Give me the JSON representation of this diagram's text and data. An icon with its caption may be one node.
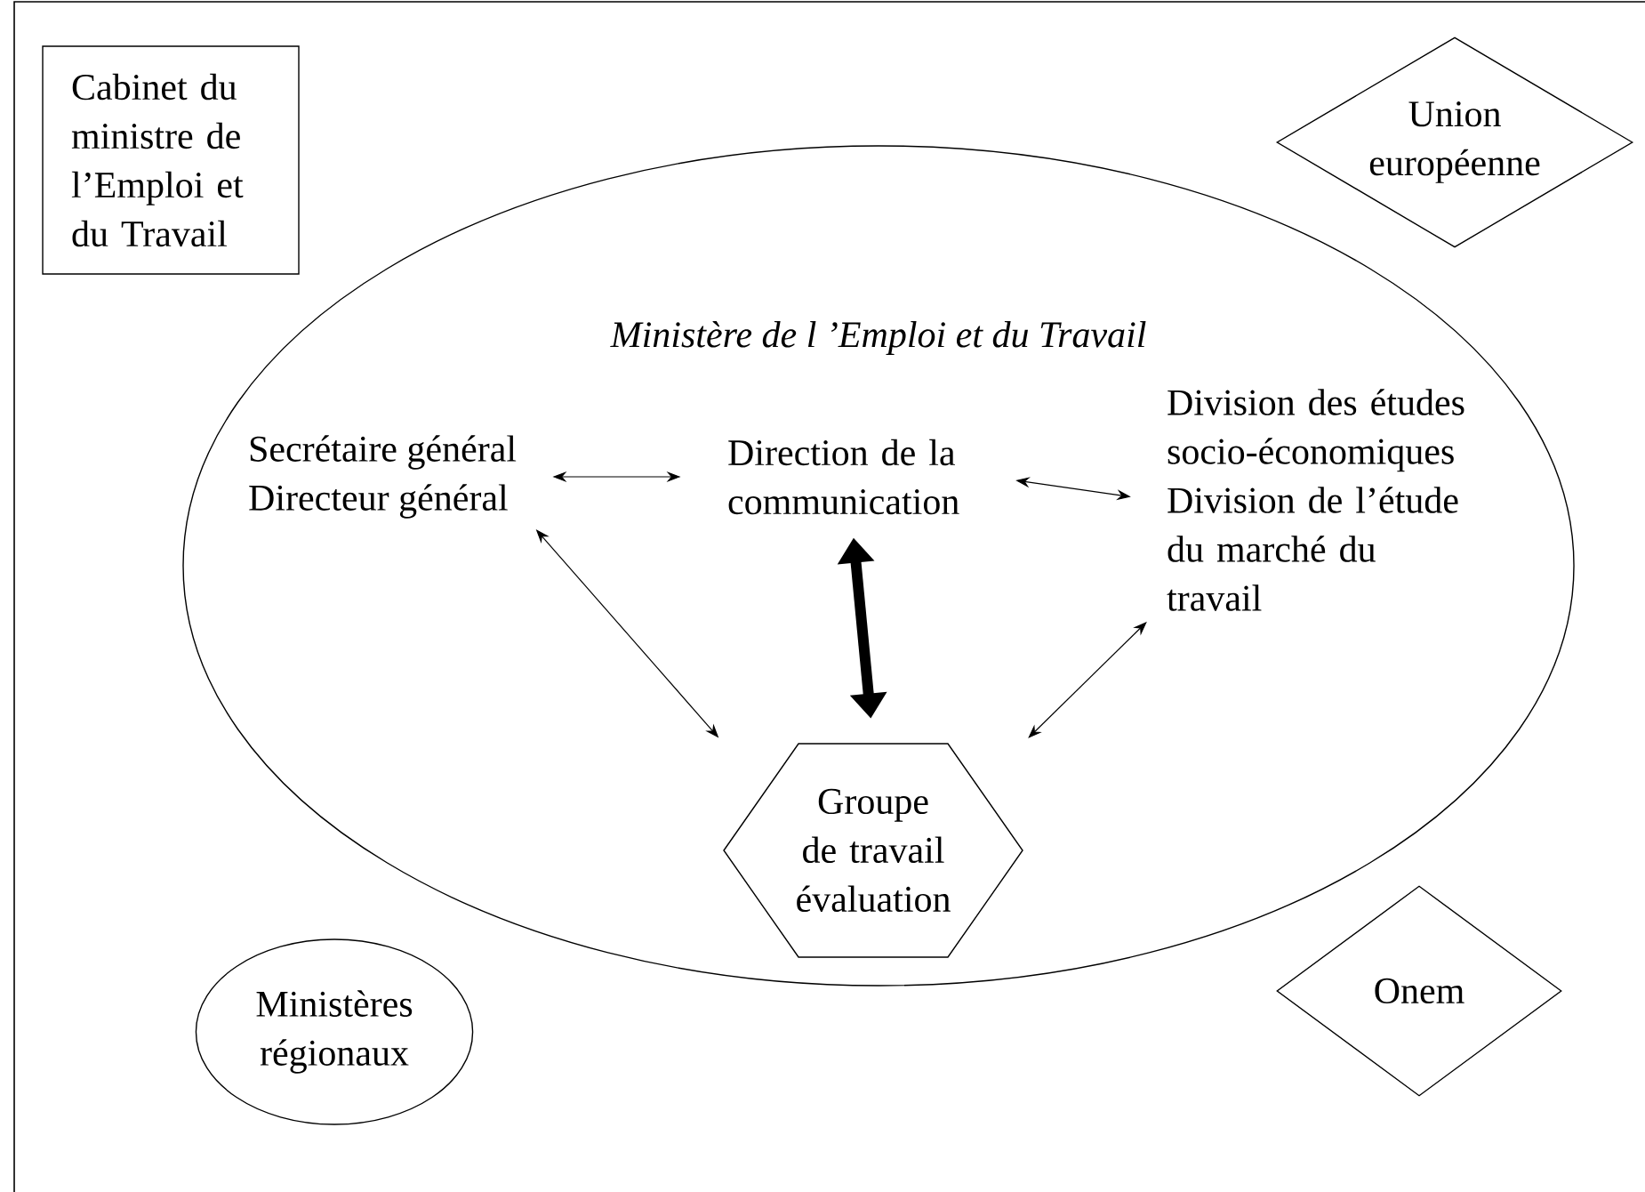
{
  "diagram": {
    "nodes": [
      {
        "text": [
          "Cabinet du ministre de l’Emploi et du Travail"
        ]
      },
      {
        "text": [
          "Union européenne"
        ]
      },
      {
        "text": [
          "Ministère de l ’Emploi et du Travail"
        ]
      },
      {
        "text": [
          "Secrétaire général",
          "Directeur général"
        ],
        "in": 2
      },
      {
        "text": [
          "Direction de la communication"
        ],
        "in": 2
      },
      {
        "text": [
          "Division des études socio-économiques",
          "Division de l’étude du marché du travail"
        ],
        "in": 2
      },
      {
        "text": [
          "Groupe de travail évaluation"
        ],
        "in": 2
      },
      {
        "text": [
          "Ministères régionaux"
        ]
      },
      {
        "text": [
          "Onem"
        ]
      }
    ],
    "edges": [
      {
        "from": 3,
        "to": 4,
        "arrow": "both"
      },
      {
        "from": 4,
        "to": 5,
        "arrow": "both"
      },
      {
        "from": 3,
        "to": 6,
        "arrow": "both"
      },
      {
        "from": 4,
        "to": 6,
        "arrow": "both",
        "style": "thick"
      },
      {
        "from": 5,
        "to": 6,
        "arrow": "both"
      }
    ]
  }
}
